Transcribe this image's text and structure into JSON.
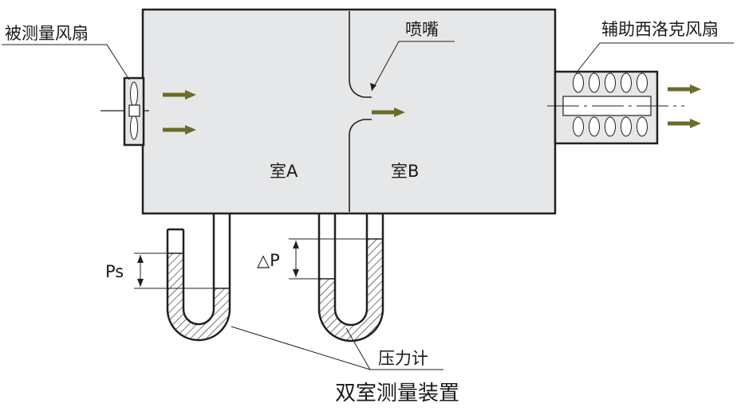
{
  "labels": {
    "tested_fan": "被测量风扇",
    "nozzle": "喷嘴",
    "auxiliary_fan": "辅助西洛克风扇",
    "chamber_a": "室A",
    "chamber_b": "室B",
    "ps": "Ps",
    "delta_p": "△P",
    "manometer": "压力计",
    "caption": "双室测量装置"
  },
  "colors": {
    "chamber_fill": "#e6e7e8",
    "stroke": "#231f20",
    "flow_arrow": "#6b6b2a",
    "liquid_hatch": "#231f20"
  }
}
